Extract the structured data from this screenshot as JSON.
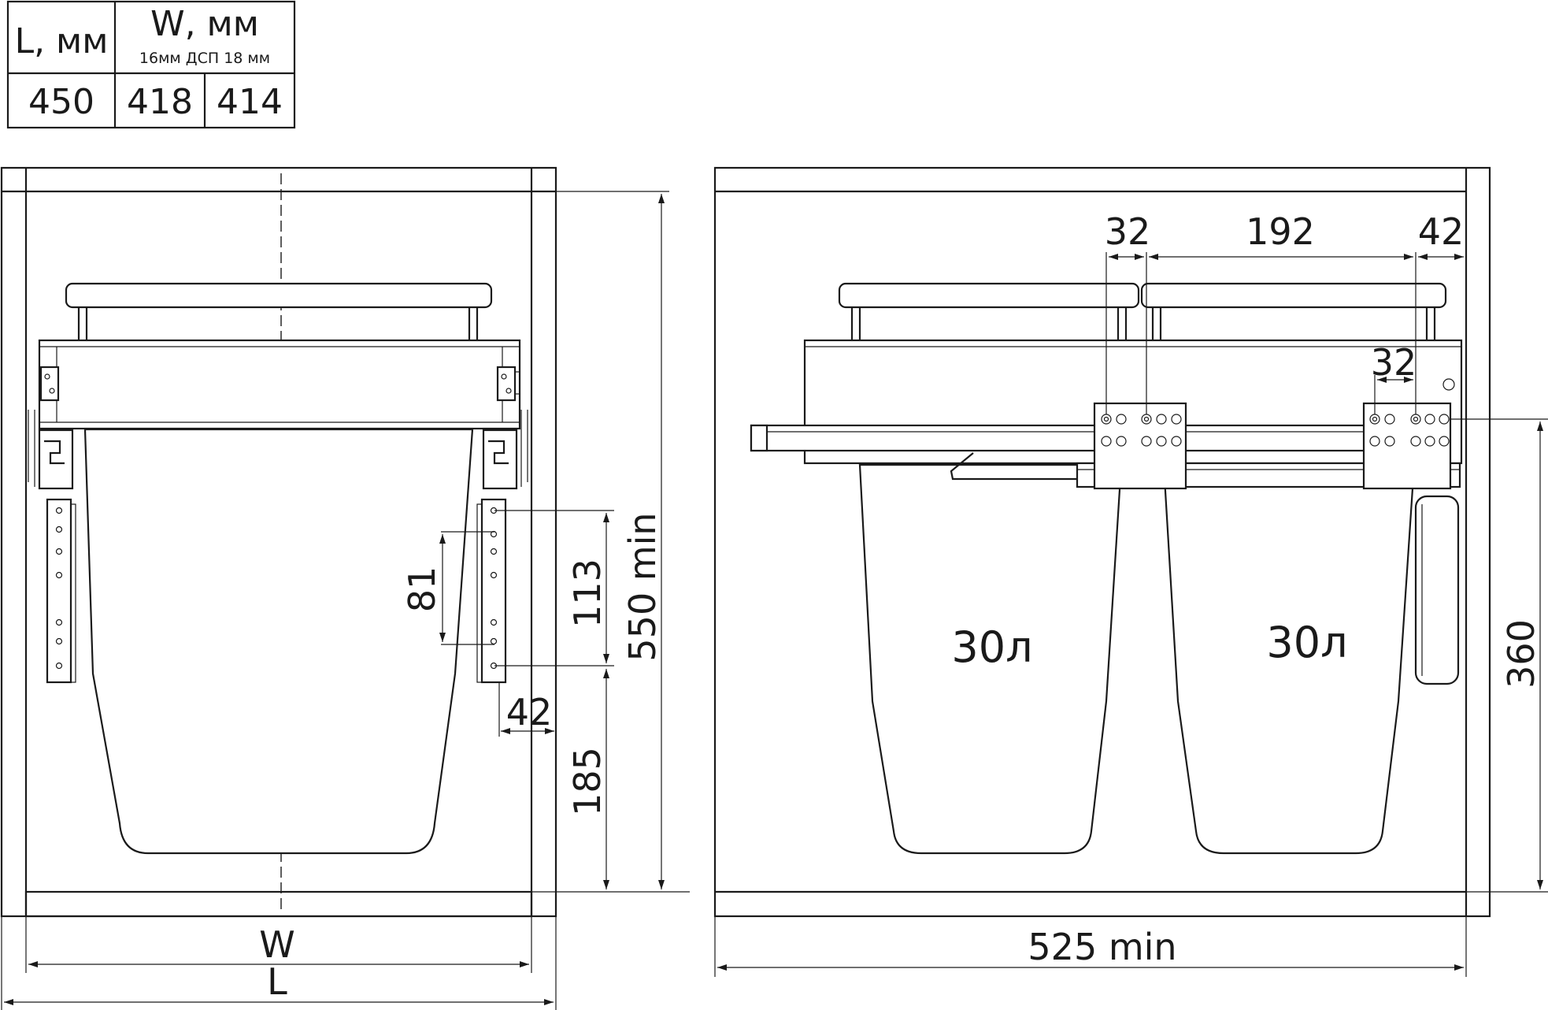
{
  "table": {
    "col_l_header": "L, мм",
    "col_w_header": "W, мм",
    "col_w_sub": "16мм ДСП 18 мм",
    "l_value": "450",
    "w_16": "418",
    "w_18": "414"
  },
  "front_view": {
    "dim_81": "81",
    "dim_113": "113",
    "dim_550min": "550 min",
    "dim_42": "42",
    "dim_185": "185",
    "label_w": "W",
    "label_l": "L"
  },
  "side_view": {
    "dim_32_top": "32",
    "dim_192": "192",
    "dim_42": "42",
    "dim_32_mid": "32",
    "dim_360": "360",
    "dim_525min": "525 min",
    "bin_left_volume": "30л",
    "bin_right_volume": "30л"
  }
}
